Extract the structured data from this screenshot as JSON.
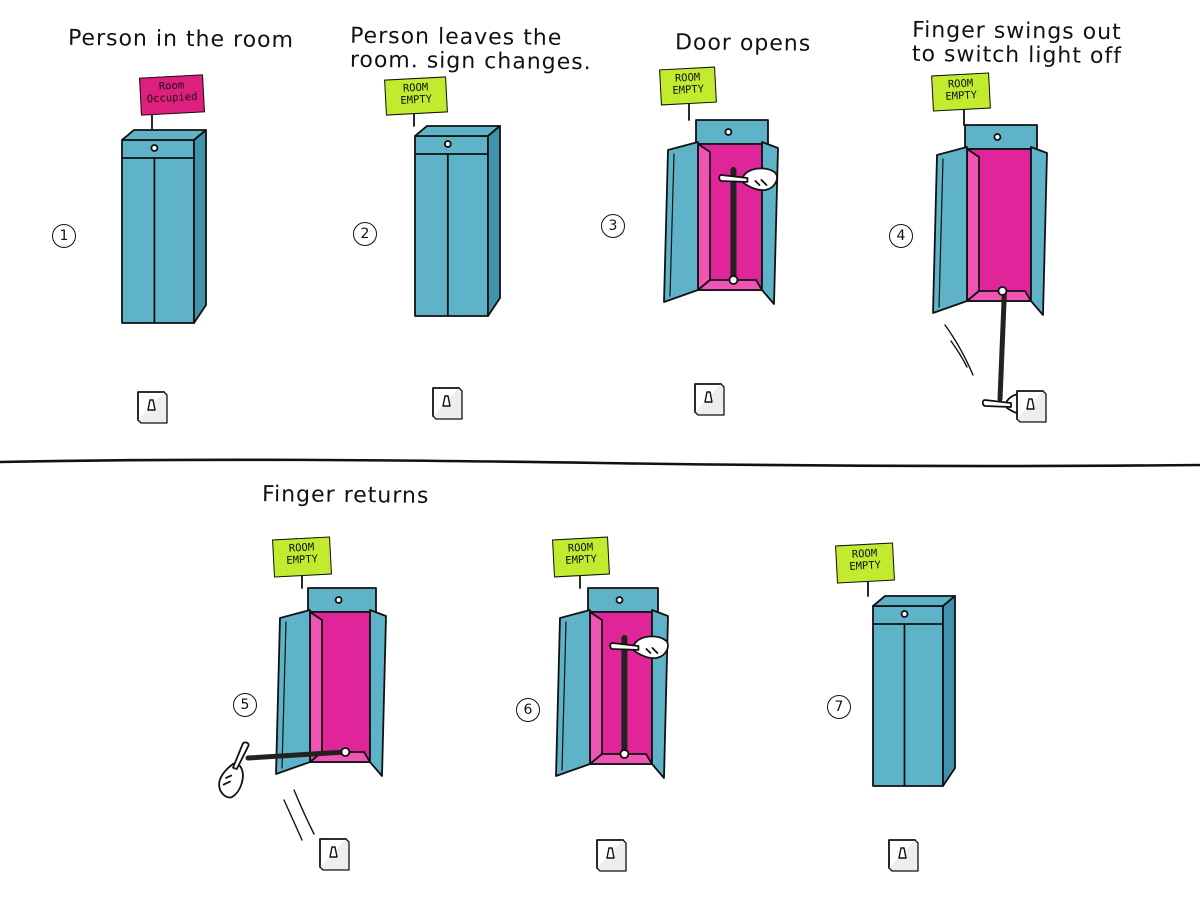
{
  "colors": {
    "booth": "#5fb3c9",
    "booth_dark": "#3f93ab",
    "interior": "#e0249a",
    "interior_light": "#f055b4",
    "sign_occupied": "#dd1f7e",
    "sign_empty": "#c2ea2e",
    "ink": "#111111"
  },
  "frames": [
    {
      "number": "1",
      "caption": "Person in the room",
      "sign": "Room\nOccupied",
      "sign_state": "occupied",
      "door": "closed",
      "finger": "none"
    },
    {
      "number": "2",
      "caption": "Person leaves the\nroom. sign changes.",
      "sign": "ROOM\nEMPTY",
      "sign_state": "empty",
      "door": "closed",
      "finger": "none"
    },
    {
      "number": "3",
      "caption": "Door opens",
      "sign": "ROOM\nEMPTY",
      "sign_state": "empty",
      "door": "open",
      "finger": "up"
    },
    {
      "number": "4",
      "caption": "Finger swings out\nto switch light off",
      "sign": "ROOM\nEMPTY",
      "sign_state": "empty",
      "door": "open",
      "finger": "down-to-switch"
    },
    {
      "number": "5",
      "caption": "Finger returns",
      "sign": "ROOM\nEMPTY",
      "sign_state": "empty",
      "door": "open",
      "finger": "left"
    },
    {
      "number": "6",
      "caption": "",
      "sign": "ROOM\nEMPTY",
      "sign_state": "empty",
      "door": "open",
      "finger": "up"
    },
    {
      "number": "7",
      "caption": "",
      "sign": "ROOM\nEMPTY",
      "sign_state": "empty",
      "door": "closed",
      "finger": "none"
    }
  ],
  "icons": {
    "light_switch": "light-switch-icon",
    "pointing_hand": "pointing-hand-icon",
    "motion_lines": "motion-lines-icon"
  }
}
